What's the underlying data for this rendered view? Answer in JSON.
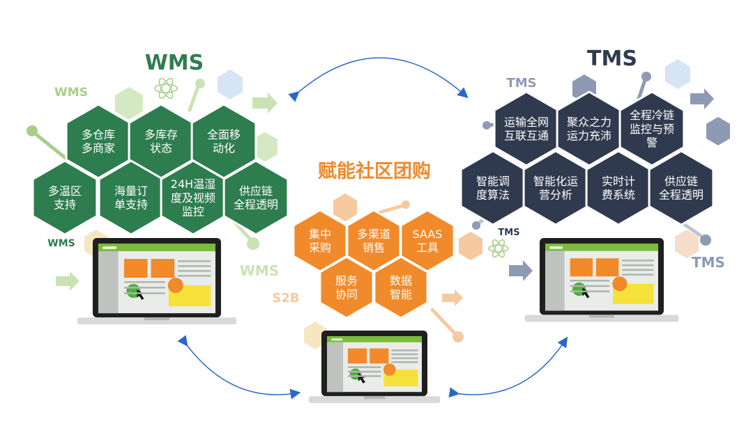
{
  "wms": {
    "title": "WMS",
    "labels": [
      "WMS",
      "WMS",
      "WMS"
    ],
    "hexes": [
      [
        "多仓库",
        "多商家"
      ],
      [
        "多库存",
        "状态"
      ],
      [
        "全面移",
        "动化"
      ],
      [
        "多温区",
        "支持"
      ],
      [
        "海量订",
        "单支持"
      ],
      [
        "24H温湿",
        "度及视频",
        "监控"
      ],
      [
        "供应链",
        "全程透明"
      ]
    ]
  },
  "tms": {
    "title": "TMS",
    "labels": [
      "TMS",
      "TMS",
      "TMS"
    ],
    "hexes": [
      [
        "运输全网",
        "互联互通"
      ],
      [
        "聚众之力",
        "运力充沛"
      ],
      [
        "全程冷链",
        "监控与预",
        "警"
      ],
      [
        "智能调",
        "度算法"
      ],
      [
        "智能化运",
        "营分析"
      ],
      [
        "实时计",
        "费系统"
      ],
      [
        "供应链",
        "全程透明"
      ]
    ]
  },
  "center": {
    "title": "赋能社区团购",
    "label": "S2B",
    "hexes": [
      [
        "集中",
        "采购"
      ],
      [
        "多渠道",
        "销售"
      ],
      [
        "SAAS",
        "工具"
      ],
      [
        "服务",
        "协同"
      ],
      [
        "数据",
        "智能"
      ]
    ]
  },
  "colors": {
    "wms_green": "#2e7d4f",
    "wms_light": "#a8cf8a",
    "tms_navy": "#2f3a4e",
    "tms_light": "#8e99b4",
    "orange": "#f08a2a",
    "orange_light": "#f6c9a0",
    "arrow_blue": "#2b67c9"
  }
}
